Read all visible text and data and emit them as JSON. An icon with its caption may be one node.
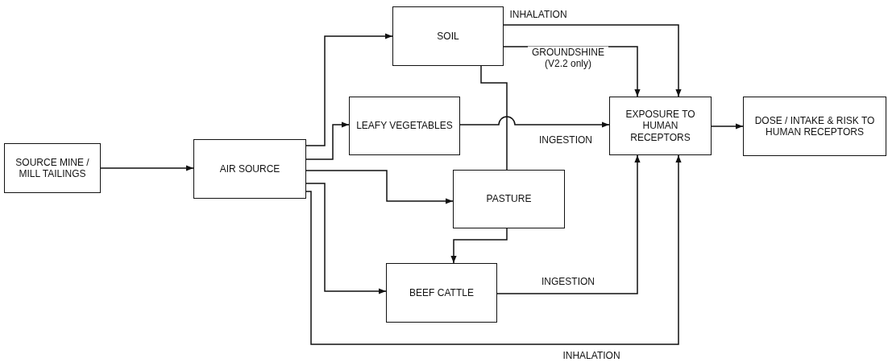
{
  "diagram": {
    "nodes": [
      {
        "text": [
          "SOURCE MINE / MILL TAILINGS"
        ]
      },
      {
        "text": [
          "AIR SOURCE"
        ]
      },
      {
        "text": [
          "SOIL"
        ]
      },
      {
        "text": [
          "LEAFY VEGETABLES"
        ]
      },
      {
        "text": [
          "PASTURE"
        ]
      },
      {
        "text": [
          "BEEF CATTLE"
        ]
      },
      {
        "text": [
          "EXPOSURE TO HUMAN RECEPTORS"
        ]
      },
      {
        "text": [
          "DOSE / INTAKE & RISK TO HUMAN RECEPTORS"
        ]
      }
    ],
    "edges": [
      {
        "from": 0,
        "to": 1,
        "arrow": "to"
      },
      {
        "from": 1,
        "to": 2,
        "arrow": "to"
      },
      {
        "from": 1,
        "to": 3,
        "arrow": "to"
      },
      {
        "from": 1,
        "to": 4,
        "arrow": "to"
      },
      {
        "from": 1,
        "to": 5,
        "arrow": "to"
      },
      {
        "from": 1,
        "to": 6,
        "arrow": "to",
        "label": "INHALATION"
      },
      {
        "from": 2,
        "to": 6,
        "arrow": "to",
        "label": "INHALATION"
      },
      {
        "from": 2,
        "to": 6,
        "arrow": "to",
        "label": "GROUNDSHINE (V2.2 only)"
      },
      {
        "from": 3,
        "to": 6,
        "arrow": "to",
        "label": "INGESTION"
      },
      {
        "from": 2,
        "to": 4,
        "arrow": "none"
      },
      {
        "from": 4,
        "to": 5,
        "arrow": "to"
      },
      {
        "from": 5,
        "to": 6,
        "arrow": "to",
        "label": "INGESTION"
      },
      {
        "from": 6,
        "to": 7,
        "arrow": "to"
      }
    ]
  }
}
